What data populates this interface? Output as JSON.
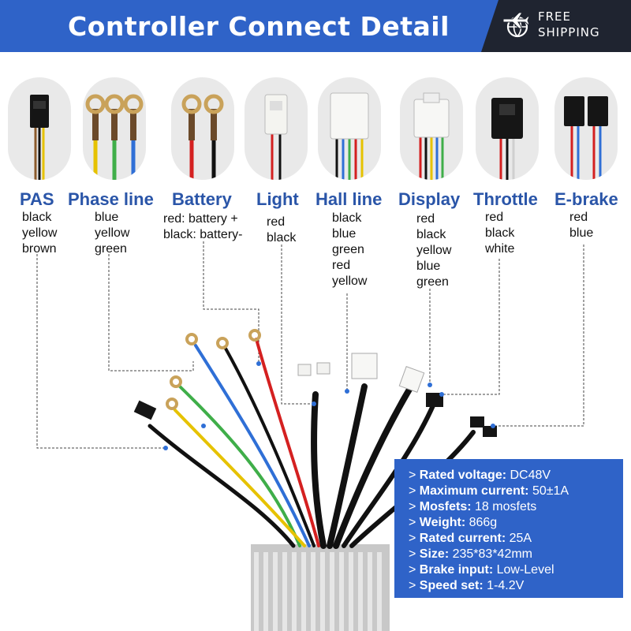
{
  "header": {
    "title": "Controller Connect Detail",
    "shipping_line1": "FREE",
    "shipping_line2": "SHIPPING",
    "shipping_icon": "plane-globe-icon",
    "bg_color": "#2f63c8"
  },
  "connectors": [
    {
      "label": "PAS",
      "colors": [
        "black",
        "yellow",
        "brown"
      ]
    },
    {
      "label": "Phase line",
      "colors": [
        "blue",
        "yellow",
        "green"
      ]
    },
    {
      "label": "Battery",
      "colors": [
        "red: battery +",
        "black: battery-"
      ]
    },
    {
      "label": "Light",
      "colors": [
        "red",
        "black"
      ]
    },
    {
      "label": "Hall line",
      "colors": [
        "black",
        "blue",
        "green",
        "red",
        "yellow"
      ]
    },
    {
      "label": "Display",
      "colors": [
        "red",
        "black",
        "yellow",
        "blue",
        "green"
      ]
    },
    {
      "label": "Throttle",
      "colors": [
        "red",
        "black",
        "white"
      ]
    },
    {
      "label": "E-brake",
      "colors": [
        "red",
        "blue"
      ]
    }
  ],
  "specs": [
    {
      "key": "Rated voltage:",
      "value": "DC48V"
    },
    {
      "key": "Maximum current:",
      "value": "50±1A"
    },
    {
      "key": "Mosfets:",
      "value": "18 mosfets"
    },
    {
      "key": "Weight:",
      "value": "866g"
    },
    {
      "key": "Rated current:",
      "value": "25A"
    },
    {
      "key": "Size:",
      "value": "235*83*42mm"
    },
    {
      "key": "Brake input:",
      "value": " Low-Level"
    },
    {
      "key": "Speed set:",
      "value": " 1-4.2V"
    }
  ],
  "spec_bullet": ">"
}
